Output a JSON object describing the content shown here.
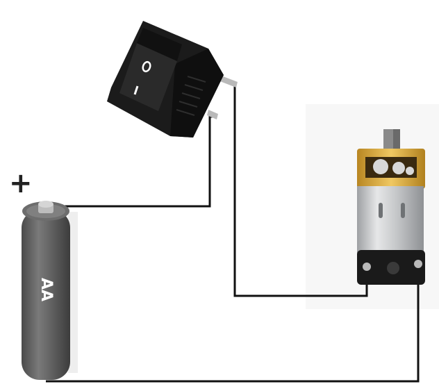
{
  "diagram": {
    "battery": {
      "polarity_label": "+",
      "type_label": "AA",
      "body_color": "#5f5f5f"
    },
    "switch": {
      "positions": [
        "O",
        "I"
      ],
      "body_color": "#1b1b1b"
    },
    "motor": {
      "body_color": "#c9cacb",
      "gear_color": "#d7a83a"
    },
    "wire_color": "#111111"
  }
}
